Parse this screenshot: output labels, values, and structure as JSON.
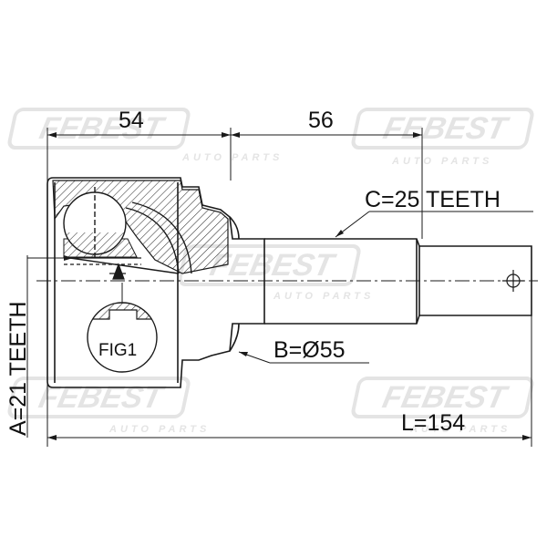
{
  "watermark": {
    "brand": "FEBEST",
    "subline": "AUTO PARTS",
    "color": "#e6e6e6"
  },
  "dimensions": {
    "width_left": "54",
    "width_right": "56",
    "total_length": "L=154",
    "shaft_diameter": "B=Ø55",
    "outer_spline": "C=25 TEETH",
    "inner_spline": "A=21 TEETH"
  },
  "figure_callout": "FIG1",
  "colors": {
    "line": "#1a1a1a",
    "hatch": "#333333",
    "background": "#ffffff"
  }
}
